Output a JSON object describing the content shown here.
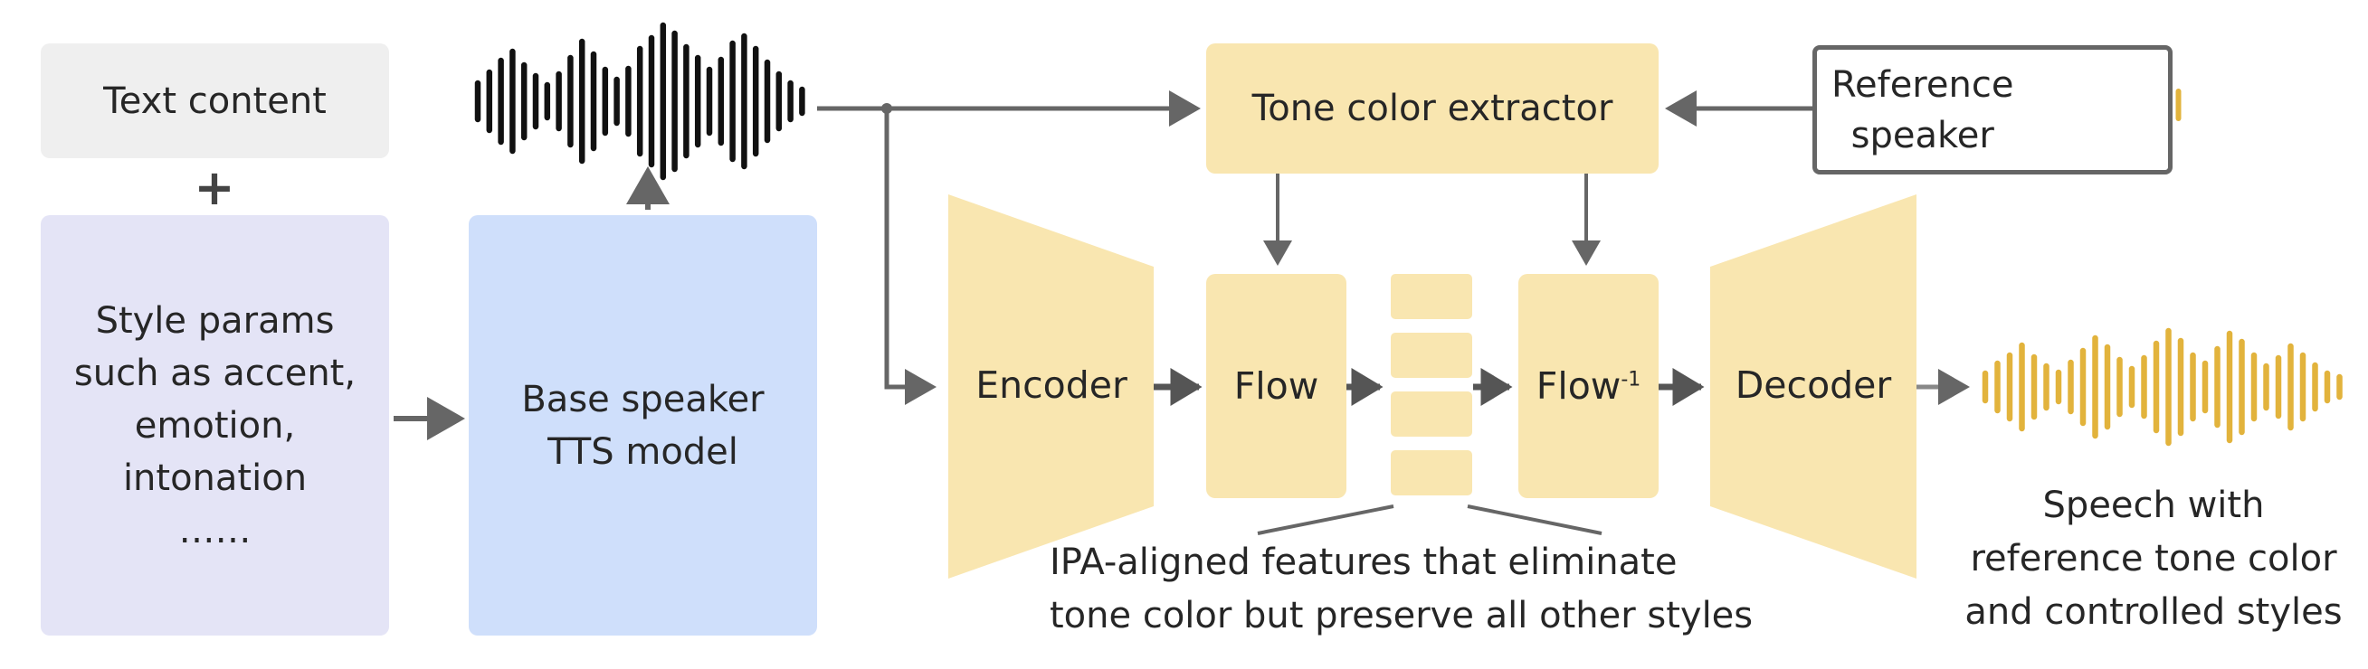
{
  "text_content": "Text content",
  "plus_sign": "+",
  "style_params": [
    "Style params",
    "such as accent,",
    "emotion,",
    "intonation",
    "……"
  ],
  "base_tts": [
    "Base speaker",
    "TTS model"
  ],
  "tone_extractor": "Tone color extractor",
  "reference_speaker": [
    "Reference",
    "speaker"
  ],
  "encoder": "Encoder",
  "flow": "Flow",
  "flow_inverse": "Flow",
  "flow_inverse_sup": "-1",
  "decoder": "Decoder",
  "ipa_caption": [
    "IPA-aligned features that eliminate",
    "tone color but preserve all other styles"
  ],
  "output_caption": [
    "Speech with",
    "reference tone color",
    "and controlled  styles"
  ],
  "colors": {
    "gray_box": "#efefef",
    "lavender_box": "#e4e4f6",
    "blue_box": "#cfdffb",
    "yellow_box": "#f9e6b0",
    "wave_black": "#111111",
    "wave_gold": "#e2b33c",
    "arrow": "#666666"
  }
}
